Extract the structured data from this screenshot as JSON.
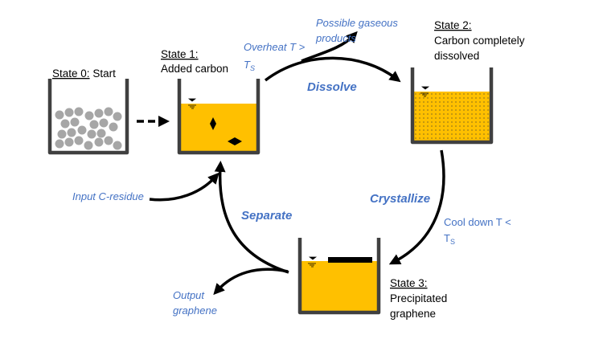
{
  "state0": {
    "title": "State 0:",
    "desc": "Start"
  },
  "state1": {
    "title": "State 1:",
    "desc": "Added carbon"
  },
  "state2": {
    "title": "State 2:",
    "desc1": "Carbon completely",
    "desc2": "dissolved"
  },
  "state3": {
    "title": "State 3:",
    "desc1": "Precipitated",
    "desc2": "graphene"
  },
  "overheat": {
    "line1": "Overheat T >",
    "line2": "T",
    "sub": "S"
  },
  "gaseous": {
    "line1": "Possible gaseous",
    "line2": "products"
  },
  "dissolve": "Dissolve",
  "crystallize": "Crystallize",
  "cooldown": {
    "line1": "Cool down T <",
    "line2": "T",
    "sub": "S"
  },
  "separate": "Separate",
  "input": "Input C-residue",
  "output": {
    "line1": "Output",
    "line2": "graphene"
  },
  "colors": {
    "liquid": "#FFC000",
    "wall": "#404040",
    "particle": "#A6A6A6",
    "accent": "#4472C4"
  }
}
